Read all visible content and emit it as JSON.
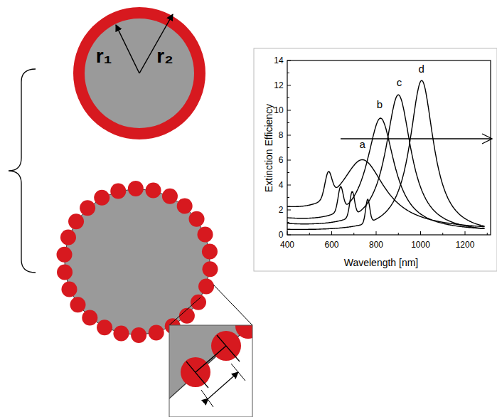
{
  "diagram": {
    "labels": [
      "r₁",
      "r₂",
      "Extinction Efficiency",
      "Wavelength [nm]",
      "0",
      "2",
      "4",
      "6",
      "8",
      "10",
      "12",
      "14",
      "400",
      "600",
      "800",
      "1000",
      "1200",
      "a",
      "b",
      "c",
      "d"
    ]
  }
}
